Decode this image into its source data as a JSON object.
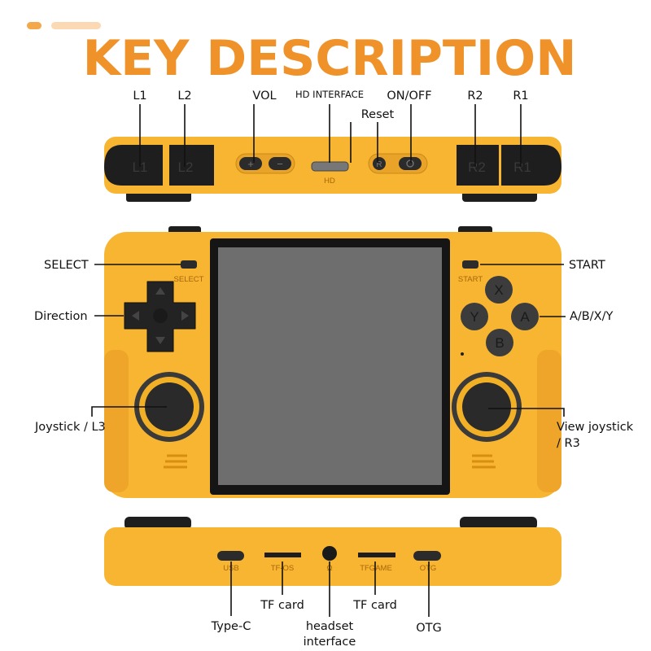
{
  "title": "KEY DESCRIPTION",
  "colors": {
    "accent": "#f0922a",
    "body": "#f7b532",
    "dark": "#1e1e1e",
    "screen": "#6e6e6e"
  },
  "top_view": {
    "labels": {
      "l1": "L1",
      "l2": "L2",
      "vol": "VOL",
      "hd_interface": "HD INTERFACE",
      "reset": "Reset",
      "on_off": "ON/OFF",
      "r2": "R2",
      "r1": "R1"
    },
    "printed": {
      "l1": "L1",
      "l2": "L2",
      "plus": "+",
      "minus": "−",
      "hd": "HD",
      "reset": "R",
      "r2": "R2",
      "r1": "R1"
    }
  },
  "front_view": {
    "labels": {
      "select": "SELECT",
      "direction": "Direction",
      "joystick_l3": "Joystick / L3",
      "start": "START",
      "abxy": "A/B/X/Y",
      "view_joystick_1": "View joystick",
      "view_joystick_2": "/ R3"
    },
    "printed": {
      "select": "SELECT",
      "start": "START",
      "x": "X",
      "y": "Y",
      "a": "A",
      "b": "B"
    }
  },
  "bottom_view": {
    "labels": {
      "type_c": "Type-C",
      "tf_card_os": "TF card",
      "headset_1": "headset",
      "headset_2": "interface",
      "tf_card_game": "TF card",
      "otg": "OTG"
    },
    "printed": {
      "usb": "USB",
      "tf_os": "TF-OS",
      "headset": "Ω",
      "tf_game": "TFGAME",
      "otg": "OTG"
    }
  }
}
